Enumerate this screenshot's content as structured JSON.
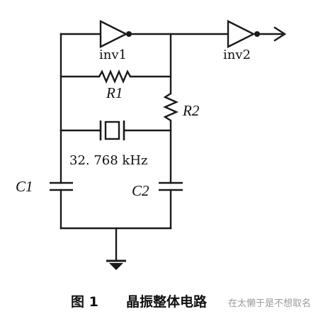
{
  "diagram": {
    "labels": {
      "inv1": "inv1",
      "inv2": "inv2",
      "r1": "R1",
      "r2": "R2",
      "c1": "C1",
      "c2": "C2",
      "frequency": "32. 768 kHz"
    },
    "caption": {
      "figure": "图 1",
      "title": "晶振整体电路"
    },
    "watermark": "在太懒于是不想取名"
  }
}
